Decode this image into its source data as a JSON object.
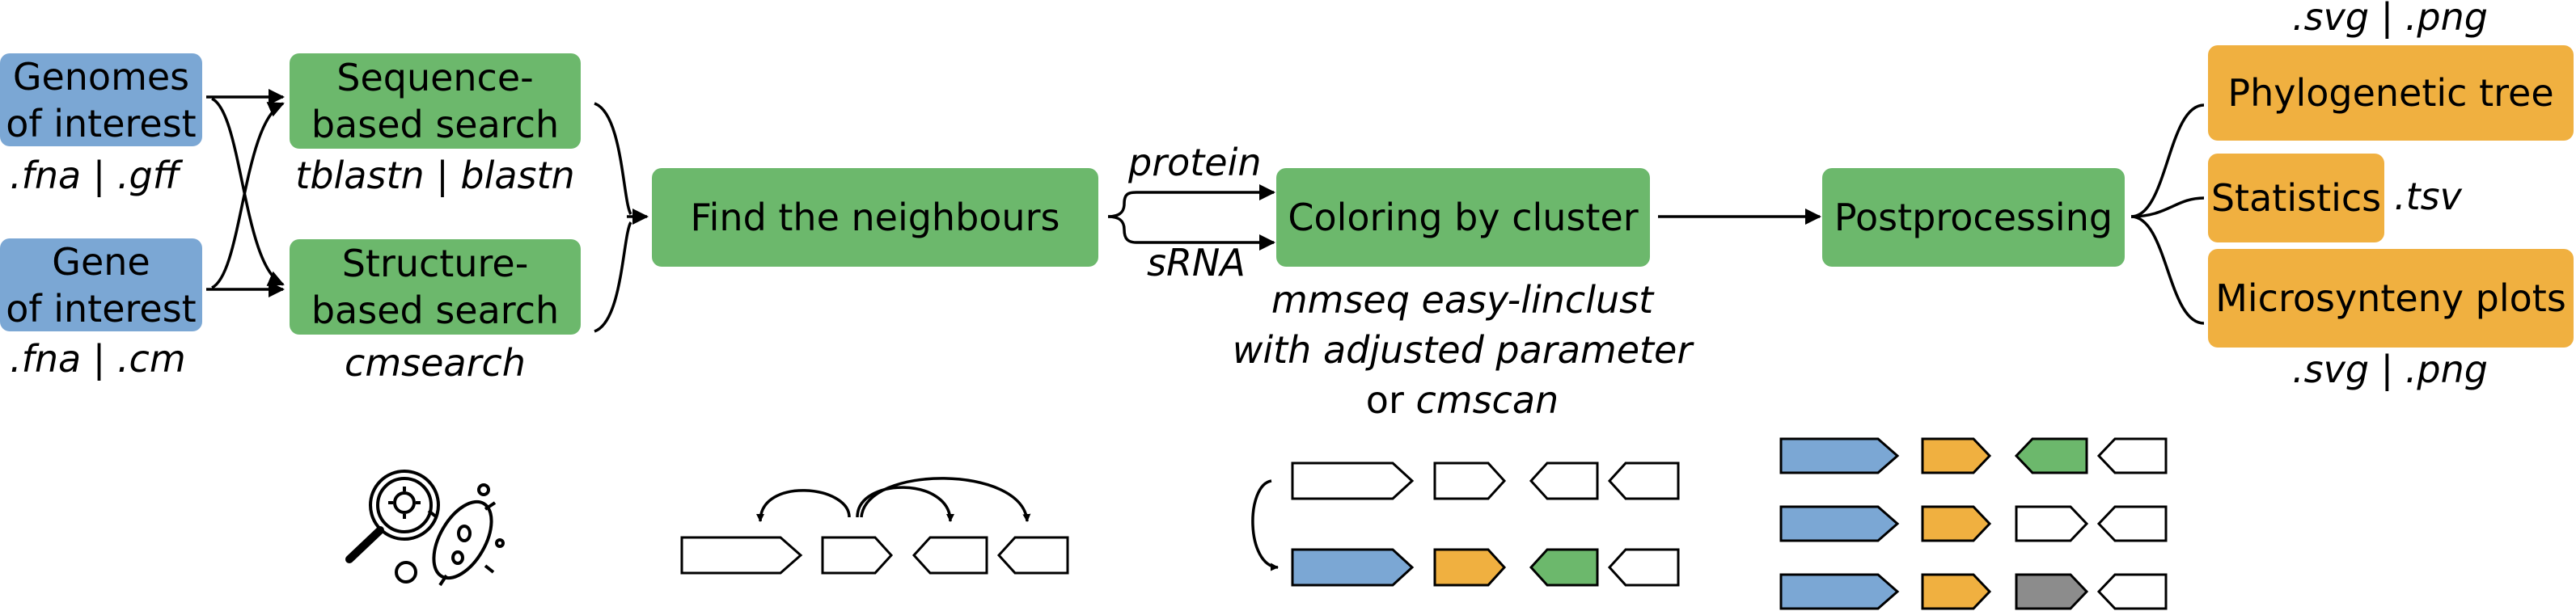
{
  "inputs": {
    "genomes": {
      "label": "Genomes\nof interest",
      "formats": ".fna  |  .gff"
    },
    "gene": {
      "label": "Gene\nof interest",
      "formats": ".fna  |  .cm"
    }
  },
  "search": {
    "sequence": {
      "label": "Sequence-\nbased search",
      "tools": "tblastn  |  blastn"
    },
    "structure": {
      "label": "Structure-\nbased search",
      "tools": "cmsearch"
    }
  },
  "neighbours": {
    "label": "Find the neighbours"
  },
  "branches": {
    "protein": "protein",
    "srna": "sRNA"
  },
  "coloring": {
    "label": "Coloring by cluster",
    "note_line1": "mmseq easy-linclust",
    "note_line2": "with adjusted parameter",
    "note_or": "or ",
    "note_cmscan": "cmscan"
  },
  "postprocessing": {
    "label": "Postprocessing"
  },
  "outputs": {
    "tree": {
      "label": "Phylogenetic tree",
      "formats": ".svg  |  .png"
    },
    "stats": {
      "label": "Statistics",
      "formats": ".tsv"
    },
    "microsynteny": {
      "label": "Microsynteny plots",
      "formats": ".svg  |  .png"
    }
  },
  "colors": {
    "blue": "#7ba7d4",
    "green": "#6cb86c",
    "orange": "#f0b040",
    "gray": "#8c8c8c",
    "white": "#ffffff"
  },
  "icons": [
    "bacteria-search-icon",
    "neighbour-genes-icon",
    "cluster-coloring-icon",
    "microsynteny-icon"
  ]
}
